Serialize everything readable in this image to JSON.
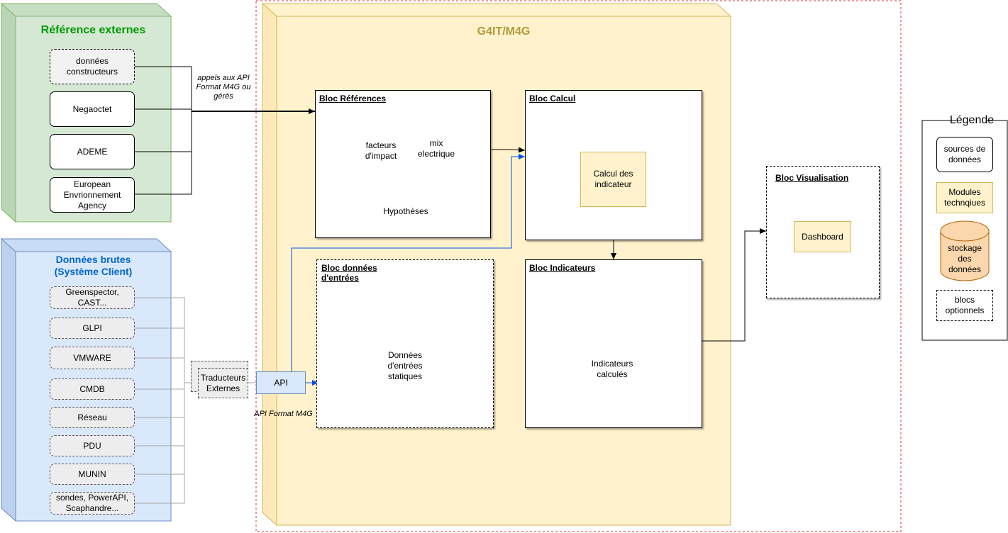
{
  "colors": {
    "green_fill": "#d5e8d4",
    "green_border": "#82b366",
    "green_title": "#009900",
    "blue_fill": "#dae8fc",
    "blue_border": "#6c8ebf",
    "blue_title": "#0066cc",
    "yellow_fill": "#fff2cc",
    "yellow_border": "#d6b656",
    "gold_title": "#b09a3a",
    "db_fill": "#fad7ac",
    "db_border": "#b46504",
    "red_dash": "#e0303a",
    "blue_line": "#0050ef"
  },
  "reference_externes": {
    "title": "Référence externes",
    "sources": [
      "données constructeurs",
      "Negaoctet",
      "ADEME",
      "European Envrionnement Agency"
    ]
  },
  "donnees_brutes": {
    "title_line1": "Données brutes",
    "title_line2": "(Système Client)",
    "sources": [
      "Greenspector, CAST...",
      "GLPI",
      "VMWARE",
      "CMDB",
      "Réseau",
      "PDU",
      "MUNIN",
      "sondes, PowerAPI, Scaphandre..."
    ]
  },
  "api_label": "appels aux API Format M4G ou gérés",
  "traducteurs": "Traducteurs Externes",
  "api_box": "API",
  "api_format": "API Format M4G",
  "g4it": {
    "title": "G4IT/M4G",
    "bloc_references": {
      "title": "Bloc Références",
      "db": [
        "facteurs d'impact",
        "mix electrique",
        "Hypothèses"
      ]
    },
    "bloc_calcul": {
      "title": "Bloc Calcul",
      "module": "Calcul des indicateur"
    },
    "bloc_donnees": {
      "title_line1": "Bloc données",
      "title_line2": "d'entrées",
      "db": "Données d'entrées statiques"
    },
    "bloc_indicateurs": {
      "title": "Bloc Indicateurs",
      "db": "Indicateurs calculés"
    }
  },
  "bloc_visualisation": {
    "title": "Bloc Visualisation",
    "module": "Dashboard"
  },
  "legende": {
    "title": "Légende",
    "items": [
      "sources de données",
      "Modules technqiues",
      "stockage des données",
      "blocs optionnels"
    ]
  }
}
